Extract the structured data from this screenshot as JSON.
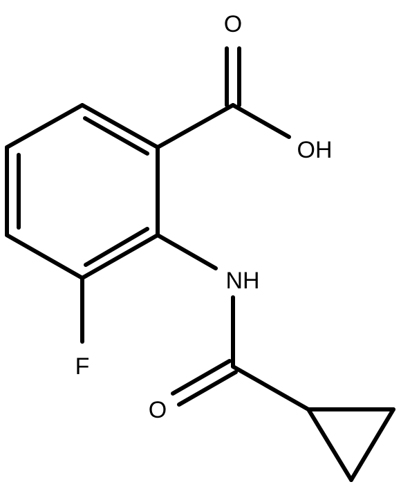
{
  "molecule": {
    "atoms": {
      "carbonyl_oxygen_top": "O",
      "hydroxyl": "OH",
      "amide_nitrogen": "NH",
      "fluorine": "F",
      "amide_oxygen": "O"
    }
  }
}
